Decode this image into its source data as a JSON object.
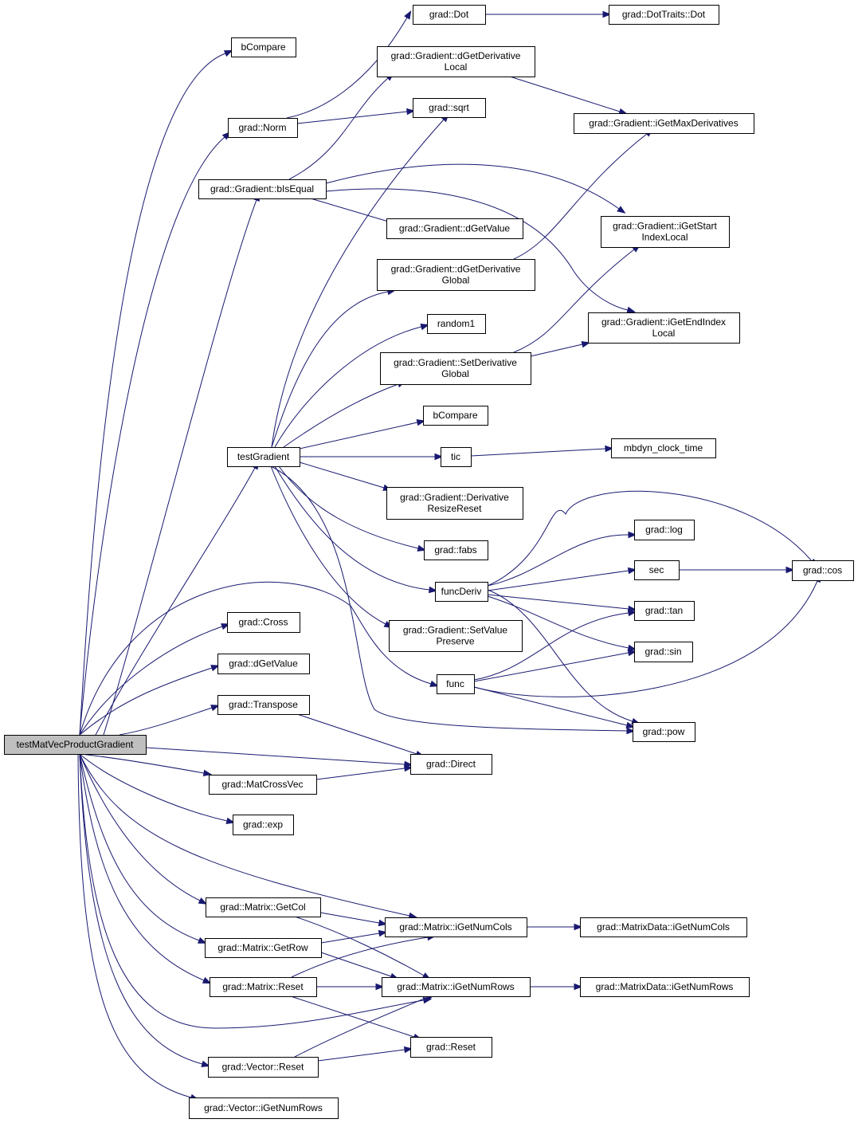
{
  "diagram": {
    "nodes": [
      {
        "id": "root",
        "lines": [
          "testMatVecProductGradient"
        ],
        "root": true
      },
      {
        "id": "bCompare_top",
        "lines": [
          "bCompare"
        ]
      },
      {
        "id": "dot",
        "lines": [
          "grad::Dot"
        ]
      },
      {
        "id": "dottraits",
        "lines": [
          "grad::DotTraits::Dot"
        ]
      },
      {
        "id": "dgetderivlocal",
        "lines": [
          "grad::Gradient::dGetDerivative",
          "Local"
        ]
      },
      {
        "id": "norm",
        "lines": [
          "grad::Norm"
        ]
      },
      {
        "id": "sqrt",
        "lines": [
          "grad::sqrt"
        ]
      },
      {
        "id": "igetmaxderiv",
        "lines": [
          "grad::Gradient::iGetMaxDerivatives"
        ]
      },
      {
        "id": "bisequal",
        "lines": [
          "grad::Gradient::bIsEqual"
        ]
      },
      {
        "id": "dgetvalue_grad",
        "lines": [
          "grad::Gradient::dGetValue"
        ]
      },
      {
        "id": "igetstartindex",
        "lines": [
          "grad::Gradient::iGetStart",
          "IndexLocal"
        ]
      },
      {
        "id": "dgetderivglobal",
        "lines": [
          "grad::Gradient::dGetDerivative",
          "Global"
        ]
      },
      {
        "id": "random1",
        "lines": [
          "random1"
        ]
      },
      {
        "id": "igetendindex",
        "lines": [
          "grad::Gradient::iGetEndIndex",
          "Local"
        ]
      },
      {
        "id": "setderivglobal",
        "lines": [
          "grad::Gradient::SetDerivative",
          "Global"
        ]
      },
      {
        "id": "bCompare_mid",
        "lines": [
          "bCompare"
        ]
      },
      {
        "id": "testgradient",
        "lines": [
          "testGradient"
        ]
      },
      {
        "id": "tic",
        "lines": [
          "tic"
        ]
      },
      {
        "id": "mbdyn",
        "lines": [
          "mbdyn_clock_time"
        ]
      },
      {
        "id": "derivresize",
        "lines": [
          "grad::Gradient::Derivative",
          "ResizeReset"
        ]
      },
      {
        "id": "log",
        "lines": [
          "grad::log"
        ]
      },
      {
        "id": "fabs",
        "lines": [
          "grad::fabs"
        ]
      },
      {
        "id": "funcderiv",
        "lines": [
          "funcDeriv"
        ]
      },
      {
        "id": "sec",
        "lines": [
          "sec"
        ]
      },
      {
        "id": "cos",
        "lines": [
          "grad::cos"
        ]
      },
      {
        "id": "tan",
        "lines": [
          "grad::tan"
        ]
      },
      {
        "id": "cross",
        "lines": [
          "grad::Cross"
        ]
      },
      {
        "id": "setvaluepreserve",
        "lines": [
          "grad::Gradient::SetValue",
          "Preserve"
        ]
      },
      {
        "id": "sin",
        "lines": [
          "grad::sin"
        ]
      },
      {
        "id": "dgetvalue",
        "lines": [
          "grad::dGetValue"
        ]
      },
      {
        "id": "func",
        "lines": [
          "func"
        ]
      },
      {
        "id": "transpose",
        "lines": [
          "grad::Transpose"
        ]
      },
      {
        "id": "pow",
        "lines": [
          "grad::pow"
        ]
      },
      {
        "id": "direct",
        "lines": [
          "grad::Direct"
        ]
      },
      {
        "id": "matcrossvec",
        "lines": [
          "grad::MatCrossVec"
        ]
      },
      {
        "id": "exp",
        "lines": [
          "grad::exp"
        ]
      },
      {
        "id": "getcol",
        "lines": [
          "grad::Matrix::GetCol"
        ]
      },
      {
        "id": "igetnumcols",
        "lines": [
          "grad::Matrix::iGetNumCols"
        ]
      },
      {
        "id": "md_numcols",
        "lines": [
          "grad::MatrixData::iGetNumCols"
        ]
      },
      {
        "id": "getrow",
        "lines": [
          "grad::Matrix::GetRow"
        ]
      },
      {
        "id": "mreset",
        "lines": [
          "grad::Matrix::Reset"
        ]
      },
      {
        "id": "igetnumrows",
        "lines": [
          "grad::Matrix::iGetNumRows"
        ]
      },
      {
        "id": "md_numrows",
        "lines": [
          "grad::MatrixData::iGetNumRows"
        ]
      },
      {
        "id": "greset",
        "lines": [
          "grad::Reset"
        ]
      },
      {
        "id": "vreset",
        "lines": [
          "grad::Vector::Reset"
        ]
      },
      {
        "id": "vnumrows",
        "lines": [
          "grad::Vector::iGetNumRows"
        ]
      }
    ],
    "edge_color": "#191970",
    "root_fill": "#bfbfbf"
  }
}
